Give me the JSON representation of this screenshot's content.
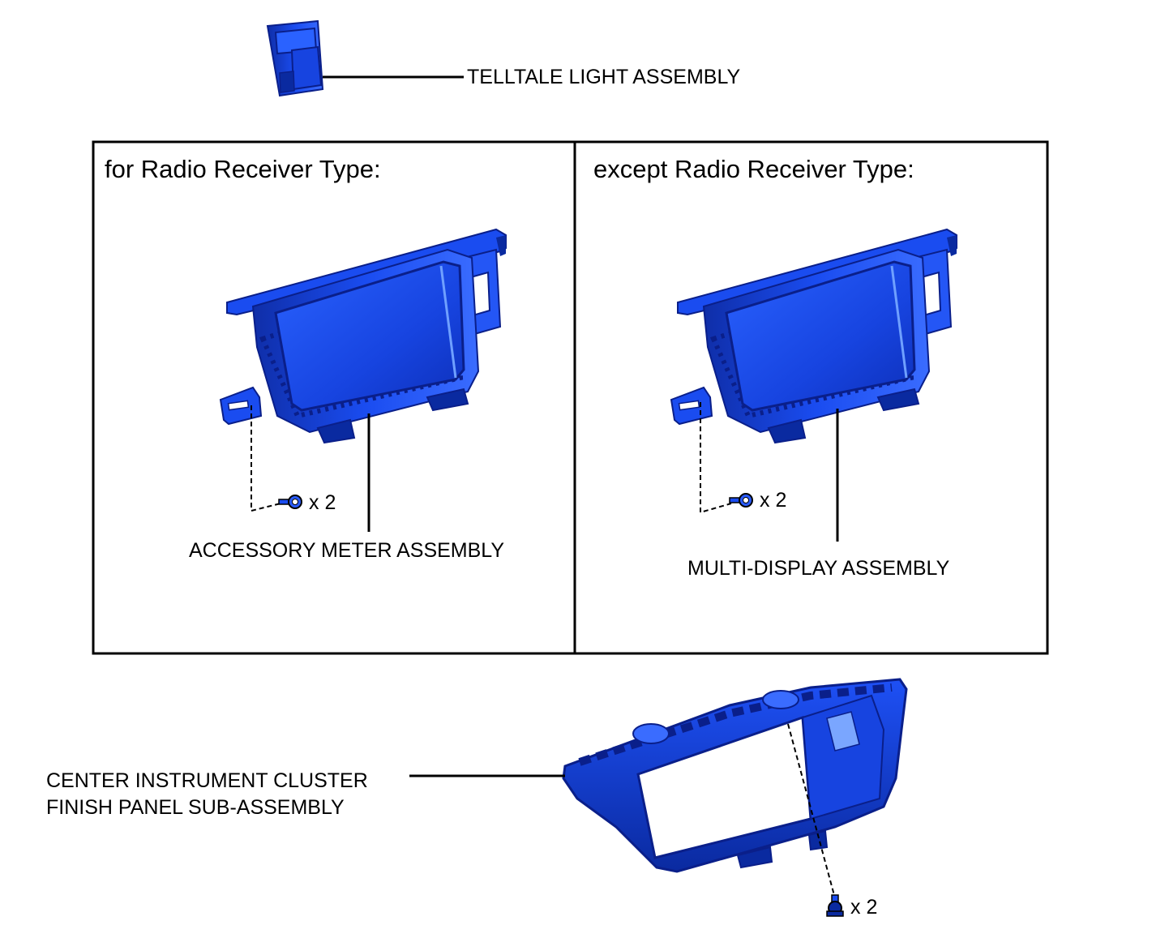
{
  "labels": {
    "telltale": "TELLTALE LIGHT ASSEMBLY",
    "accessory_meter": "ACCESSORY METER ASSEMBLY",
    "multi_display": "MULTI-DISPLAY ASSEMBLY",
    "center_panel_line1": "CENTER INSTRUMENT CLUSTER",
    "center_panel_line2": "FINISH PANEL SUB-ASSEMBLY"
  },
  "panels": {
    "left_title": "for Radio Receiver Type:",
    "right_title": "except Radio Receiver Type:"
  },
  "fasteners": {
    "left_count": "x 2",
    "right_count": "x 2",
    "bottom_count": "x 2"
  },
  "colors": {
    "part_blue": "#1a4cf0",
    "part_dark": "#0a1f8a",
    "part_light": "#5a8cff",
    "line": "#000000"
  }
}
